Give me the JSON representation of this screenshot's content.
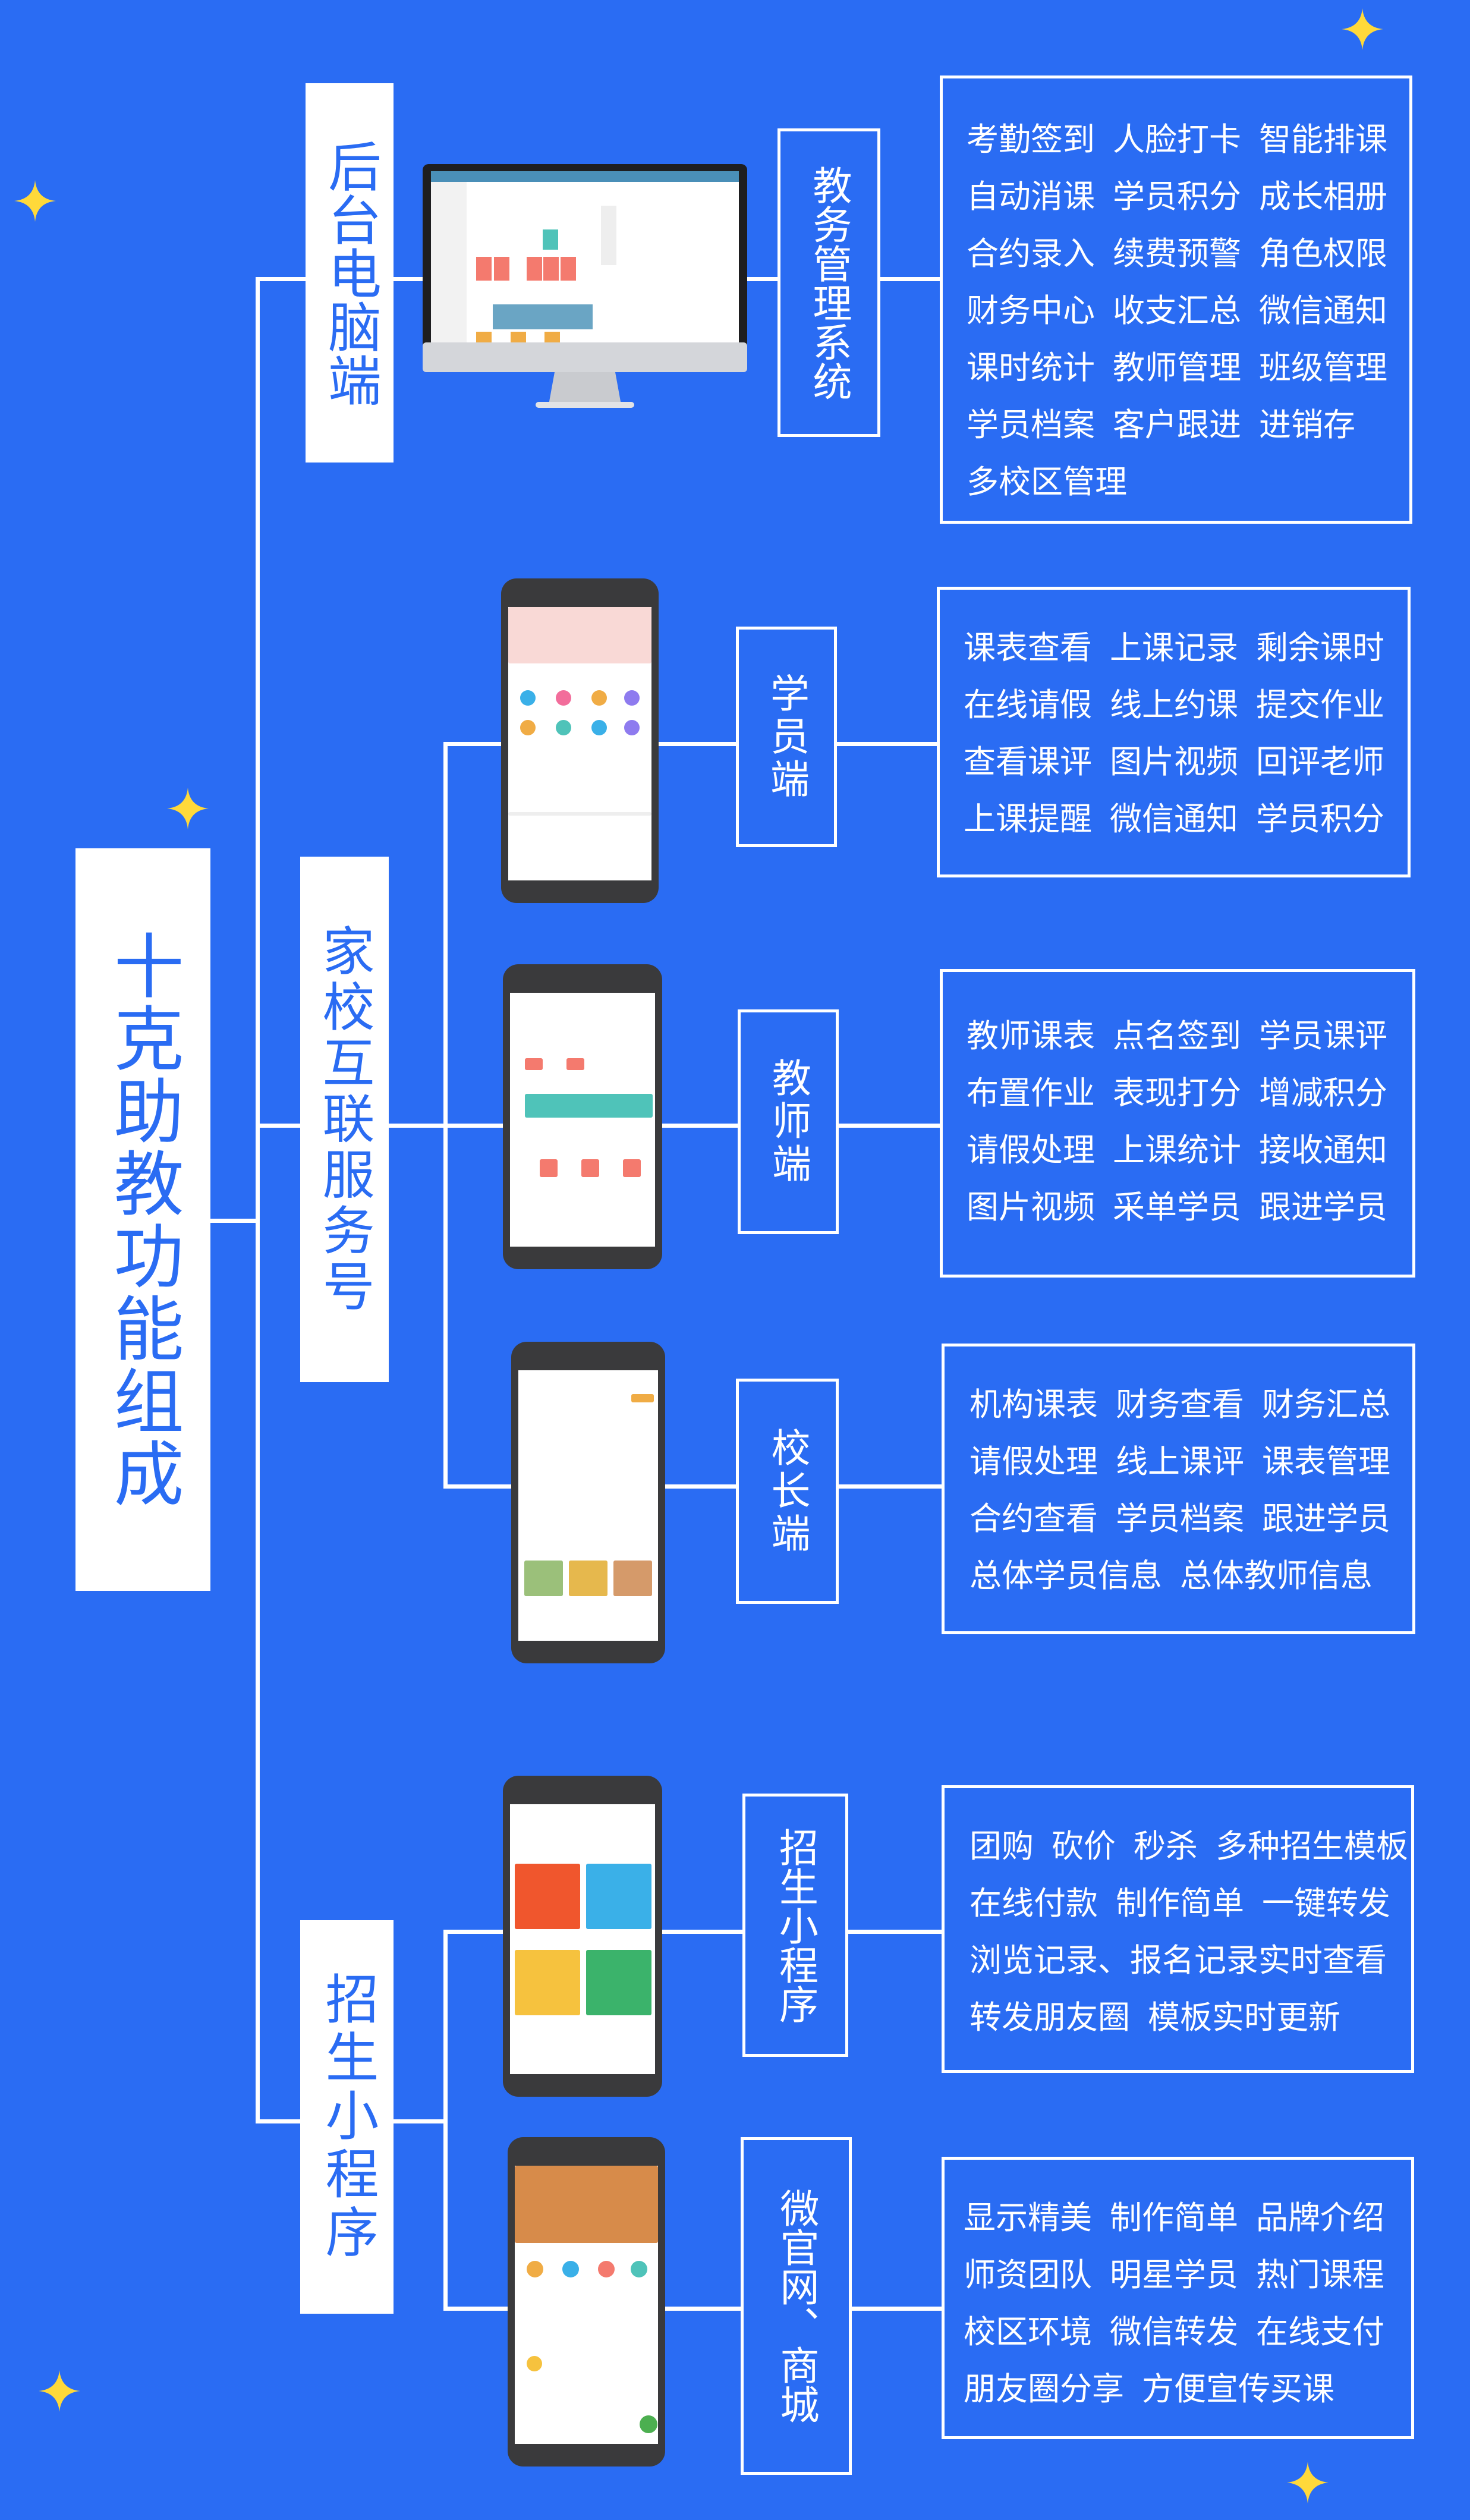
{
  "title": "十克助教功能组成",
  "branches": [
    {
      "label": "后台电脑端"
    },
    {
      "label": "家校互联服务号"
    },
    {
      "label": "招生小程序"
    }
  ],
  "modules": [
    {
      "label": "教务管理系统",
      "features": [
        [
          "考勤签到",
          "人脸打卡",
          "智能排课"
        ],
        [
          "自动消课",
          "学员积分",
          "成长相册"
        ],
        [
          "合约录入",
          "续费预警",
          "角色权限"
        ],
        [
          "财务中心",
          "收支汇总",
          "微信通知"
        ],
        [
          "课时统计",
          "教师管理",
          "班级管理"
        ],
        [
          "学员档案",
          "客户跟进",
          "进销存"
        ],
        [
          "多校区管理"
        ]
      ]
    },
    {
      "label": "学员端",
      "features": [
        [
          "课表查看",
          "上课记录",
          "剩余课时"
        ],
        [
          "在线请假",
          "线上约课",
          "提交作业"
        ],
        [
          "查看课评",
          "图片视频",
          "回评老师"
        ],
        [
          "上课提醒",
          "微信通知",
          "学员积分"
        ]
      ]
    },
    {
      "label": "教师端",
      "features": [
        [
          "教师课表",
          "点名签到",
          "学员课评"
        ],
        [
          "布置作业",
          "表现打分",
          "增减积分"
        ],
        [
          "请假处理",
          "上课统计",
          "接收通知"
        ],
        [
          "图片视频",
          "采单学员",
          "跟进学员"
        ]
      ]
    },
    {
      "label": "校长端",
      "features": [
        [
          "机构课表",
          "财务查看",
          "财务汇总"
        ],
        [
          "请假处理",
          "线上课评",
          "课表管理"
        ],
        [
          "合约查看",
          "学员档案",
          "跟进学员"
        ],
        [
          "总体学员信息",
          "总体教师信息"
        ]
      ]
    },
    {
      "label": "招生小程序",
      "features": [
        [
          "团购",
          "砍价",
          "秒杀",
          "多种招生模板"
        ],
        [
          "在线付款",
          "制作简单",
          "一键转发"
        ],
        [
          "浏览记录、报名记录实时查看"
        ],
        [
          "转发朋友圈",
          "模板实时更新"
        ]
      ]
    },
    {
      "label": "微官网、商城",
      "features": [
        [
          "显示精美",
          "制作简单",
          "品牌介绍"
        ],
        [
          "师资团队",
          "明星学员",
          "热门课程"
        ],
        [
          "校区环境",
          "微信转发",
          "在线支付"
        ],
        [
          "朋友圈分享",
          "方便宣传买课"
        ]
      ]
    }
  ],
  "colors": {
    "background": "#2a6cf3",
    "dark": "#0b53ea",
    "star": "#ffd93a",
    "text_blue": "#2a6cf3"
  }
}
